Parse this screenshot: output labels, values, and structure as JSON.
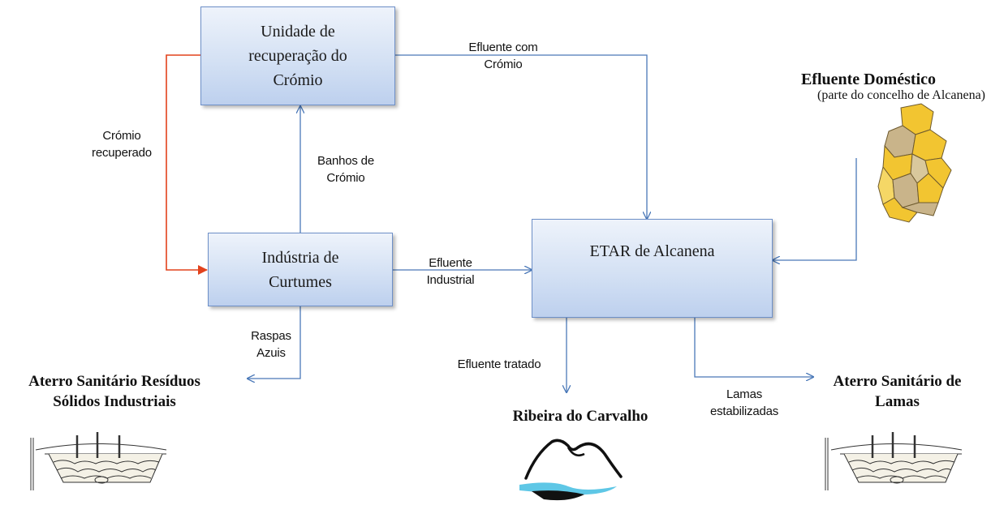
{
  "nodes": {
    "recovery_unit": "Unidade de\nrecuperação do\nCrómio",
    "tannery": "Indústria de\nCurtumes",
    "etar": "ETAR de Alcanena"
  },
  "edges": {
    "chromium_recovered": "Crómio\nrecuperado",
    "chromium_baths": "Banhos de\nCrómio",
    "effluent_chromium": "Efluente com\nCrómio",
    "industrial_effluent": "Efluente\nIndustrial",
    "blue_scrapings": "Raspas\nAzuis",
    "treated_effluent": "Efluente tratado",
    "stabilized_sludge": "Lamas\nestabilizadas"
  },
  "destinations": {
    "industrial_landfill": "Aterro Sanitário Resíduos\nSólidos Industriais",
    "river": "Ribeira do  Carvalho",
    "sludge_landfill": "Aterro  Sanitário de\nLamas"
  },
  "domestic": {
    "title": "Efluente Doméstico",
    "subtitle": "(parte do concelho de Alcanena)"
  },
  "colors": {
    "box_border": "#6d8fc7",
    "arrow_blue": "#4a78b8",
    "arrow_red": "#e2421c",
    "map_yellow": "#f2c531",
    "map_tan": "#c9b48a"
  }
}
